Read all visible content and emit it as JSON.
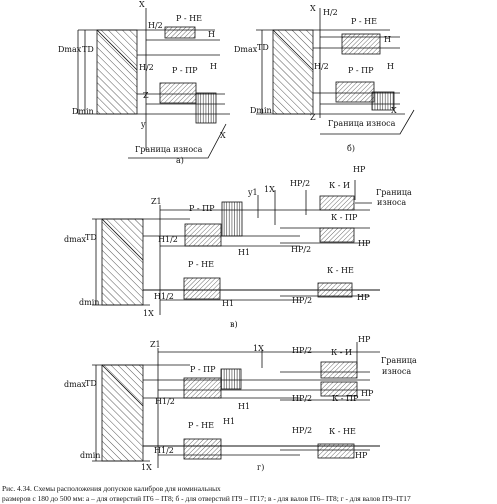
{
  "caption": {
    "line1": "Рис. 4.34. Схемы расположения допусков калибров для номинальных",
    "line2": "размеров с 180 до 500 мм: а – для отверстий IT6 – IT8; б - для отверстий IT9 – IT17; в - для валов IT6– IT8; г - для валов IT9–IT17"
  },
  "panel_a": {
    "letter": "а)",
    "x": "X",
    "h2_top": "H/2",
    "h2_mid": "H/2",
    "p_ne": "Р - НЕ",
    "p_pr": "Р - ПР",
    "h_top": "H",
    "h_mid": "H",
    "dmax": "Dmax",
    "td": "TD",
    "dmin": "Dmin",
    "z": "Z",
    "y": "y",
    "x_bot": "X",
    "wear": "Граница износа"
  },
  "panel_b": {
    "letter": "б)",
    "x": "X",
    "h2_top": "H/2",
    "h2_mid": "H/2",
    "p_ne": "Р - НЕ",
    "p_pr": "Р - ПР",
    "h_top": "H",
    "h_mid": "H",
    "dmax": "Dmax",
    "td": "TD",
    "dmin": "Dmin",
    "z": "Z",
    "x_bot": "X",
    "wear": "Граница износа"
  },
  "panel_v": {
    "letter": "в)",
    "z1": "Z1",
    "y1": "y1",
    "x1": "1X",
    "hp2_top": "HP/2",
    "hp": "HP",
    "wear_l1": "Граница",
    "wear_l2": "износа",
    "k_i": "К - И",
    "k_pr": "К - ПР",
    "hp2_mid": "HP/2",
    "hp_r1": "HP",
    "p_pr": "Р - ПР",
    "h12_a": "H1/2",
    "h1_a": "H1",
    "p_ne": "Р - НЕ",
    "k_ne": "К - НЕ",
    "dmax": "dmax",
    "td": "TD",
    "h12_b": "H1/2",
    "hp2_bot": "HP/2",
    "hp_r2": "HP",
    "h1_b": "H1",
    "dmin": "dmin",
    "x_bot": "1X"
  },
  "panel_g": {
    "letter": "г)",
    "z1": "Z1",
    "x1": "1X",
    "hp2_top": "HP/2",
    "hp": "HP",
    "k_i": "К - И",
    "wear_l1": "Граница",
    "wear_l2": "износа",
    "p_pr": "Р - ПР",
    "dmax": "dmax",
    "td": "TD",
    "h12_a": "H1/2",
    "hp2_mid": "HP/2",
    "k_pr": "К - ПР",
    "hp_r1": "HP",
    "h1_a": "H1",
    "h1_b": "H1",
    "p_ne": "Р - НЕ",
    "hp2_bot": "HP/2",
    "k_ne": "К - НЕ",
    "h12_b": "H1/2",
    "hp_r2": "HP",
    "dmin": "dmin",
    "x_bot": "1X"
  }
}
